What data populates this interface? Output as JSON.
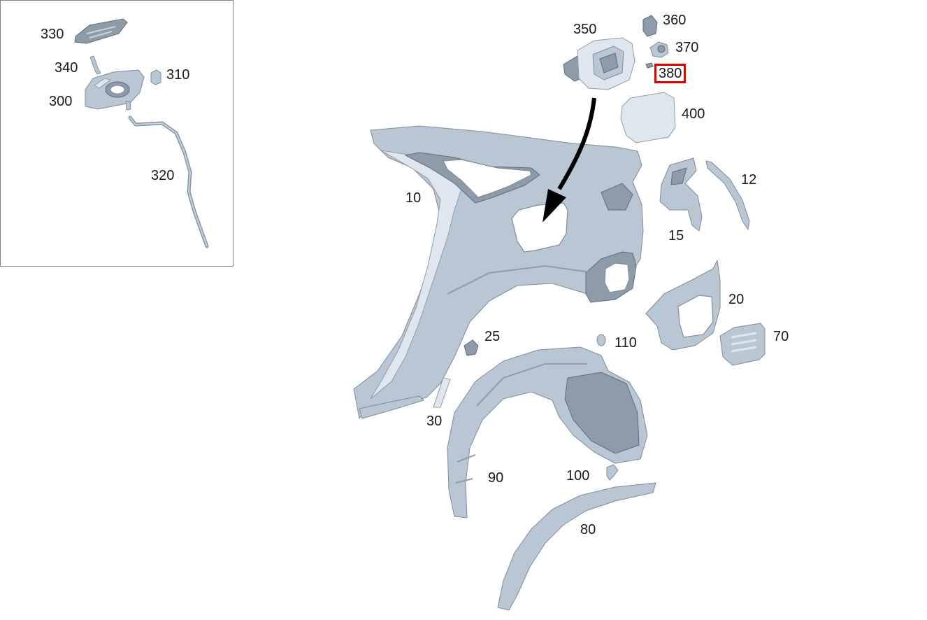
{
  "diagram": {
    "callouts": [
      {
        "id": "c330",
        "label": "330"
      },
      {
        "id": "c340",
        "label": "340"
      },
      {
        "id": "c310",
        "label": "310"
      },
      {
        "id": "c300",
        "label": "300"
      },
      {
        "id": "c320",
        "label": "320"
      },
      {
        "id": "c350",
        "label": "350"
      },
      {
        "id": "c360",
        "label": "360"
      },
      {
        "id": "c370",
        "label": "370"
      },
      {
        "id": "c380",
        "label": "380"
      },
      {
        "id": "c400",
        "label": "400"
      },
      {
        "id": "c10",
        "label": "10"
      },
      {
        "id": "c12",
        "label": "12"
      },
      {
        "id": "c15",
        "label": "15"
      },
      {
        "id": "c20",
        "label": "20"
      },
      {
        "id": "c25",
        "label": "25"
      },
      {
        "id": "c110",
        "label": "110"
      },
      {
        "id": "c70",
        "label": "70"
      },
      {
        "id": "c30",
        "label": "30"
      },
      {
        "id": "c90",
        "label": "90"
      },
      {
        "id": "c100",
        "label": "100"
      },
      {
        "id": "c80",
        "label": "80"
      }
    ],
    "highlighted_callout": "380",
    "colors": {
      "highlight": "#e00000",
      "part_fill": "#b9c6d3",
      "part_stroke": "#7f8c9a",
      "arrow": "#000000"
    }
  }
}
